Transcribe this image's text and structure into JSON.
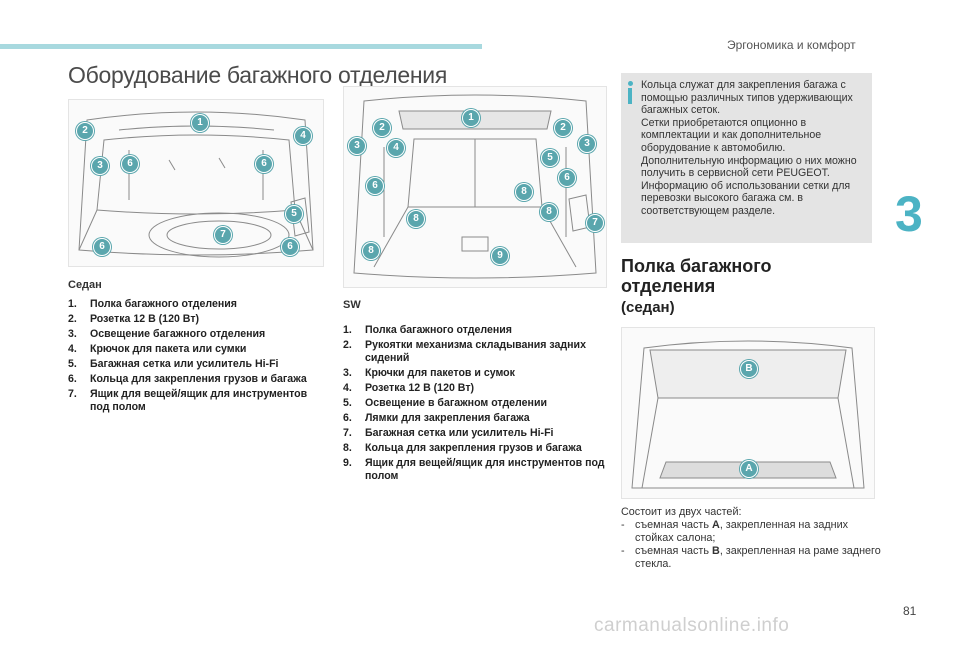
{
  "header": {
    "section": "Эргономика и комфорт",
    "chapter": "3"
  },
  "title": "Оборудование багажного отделения",
  "sedan": {
    "caption": "Седан",
    "badges": [
      "1",
      "2",
      "3",
      "4",
      "5",
      "6",
      "6",
      "6",
      "6",
      "7"
    ],
    "items": [
      {
        "n": "1.",
        "t": "Полка багажного отделения"
      },
      {
        "n": "2.",
        "t": "Розетка 12 В (120 Вт)"
      },
      {
        "n": "3.",
        "t": "Освещение багажного отделения"
      },
      {
        "n": "4.",
        "t": "Крючок для пакета или сумки"
      },
      {
        "n": "5.",
        "t": "Багажная сетка или усилитель Hi-Fi"
      },
      {
        "n": "6.",
        "t": "Кольца для закрепления грузов и багажа"
      },
      {
        "n": "7.",
        "t": "Ящик для вещей/ящик для инструментов под полом"
      }
    ]
  },
  "sw": {
    "caption": "SW",
    "badges": [
      "1",
      "2",
      "2",
      "3",
      "3",
      "4",
      "5",
      "6",
      "6",
      "7",
      "8",
      "8",
      "8",
      "8",
      "9"
    ],
    "items": [
      {
        "n": "1.",
        "t": "Полка багажного отделения"
      },
      {
        "n": "2.",
        "t": "Рукоятки механизма складывания задних сидений"
      },
      {
        "n": "3.",
        "t": "Крючки для пакетов и сумок"
      },
      {
        "n": "4.",
        "t": "Розетка 12 В (120 Вт)"
      },
      {
        "n": "5.",
        "t": "Освещение в багажном отделении"
      },
      {
        "n": "6.",
        "t": "Лямки для закрепления багажа"
      },
      {
        "n": "7.",
        "t": "Багажная сетка или усилитель Hi-Fi"
      },
      {
        "n": "8.",
        "t": "Кольца для закрепления грузов и багажа"
      },
      {
        "n": "9.",
        "t": "Ящик для вещей/ящик для инструментов под полом"
      }
    ]
  },
  "info": {
    "text": "Кольца служат для закрепления багажа с помощью различных типов удерживающих багажных сеток.\nСетки приобретаются опционно в комплектации и как дополнительное оборудование к автомобилю.\nДополнительную информацию о них можно получить в сервисной сети PEUGEOT.\nИнформацию об использовании сетки для перевозки высокого багажа см. в соответствующем разделе."
  },
  "shelf": {
    "heading": "Полка багажного отделения",
    "subheading": "(седан)",
    "badges": [
      "B",
      "A"
    ],
    "intro": "Состоит из двух частей:",
    "bullets": [
      {
        "dash": "-",
        "pre": "съемная часть ",
        "key": "A",
        "post": ", закрепленная на задних стойках салона;"
      },
      {
        "dash": "-",
        "pre": "съемная часть ",
        "key": "B",
        "post": ", закрепленная на раме заднего стекла."
      }
    ]
  },
  "footer": {
    "page": "81",
    "watermark": "carmanualsonline.info"
  },
  "colors": {
    "accent": "#4cb3c4",
    "badge": "#5aa6ad",
    "infobox": "#e4e4e4",
    "topbar": "#a8d9df"
  }
}
